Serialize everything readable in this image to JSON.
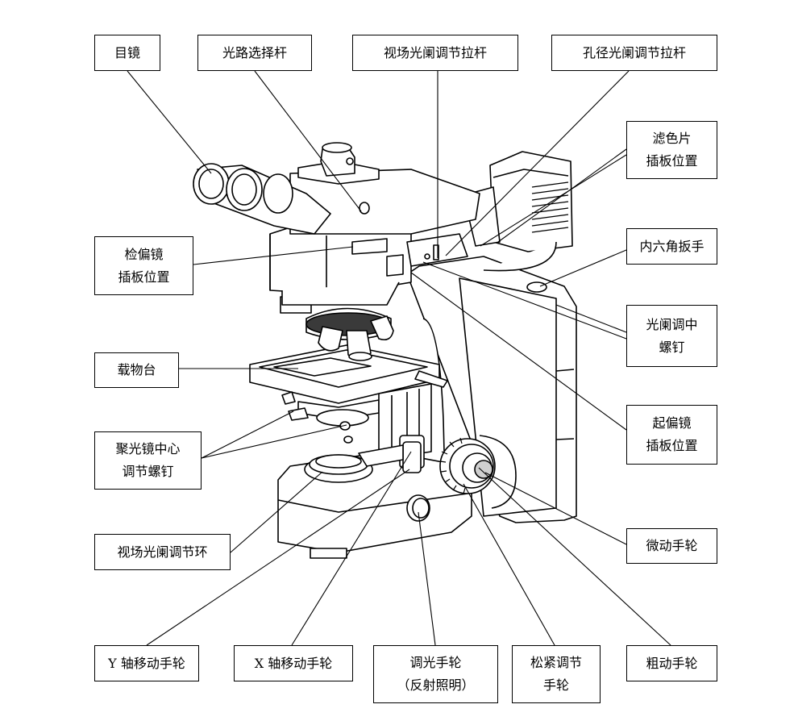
{
  "labels": {
    "eyepiece": [
      "目镜"
    ],
    "light_path_lever": [
      "光路选择杆"
    ],
    "field_diaphragm_lever": [
      "视场光阑调节拉杆"
    ],
    "aperture_diaphragm_lever": [
      "孔径光阑调节拉杆"
    ],
    "filter_slot": [
      "滤色片",
      "插板位置"
    ],
    "hex_wrench": [
      "内六角扳手"
    ],
    "analyzer_slot": [
      "检偏镜",
      "插板位置"
    ],
    "diaphragm_centering_screw": [
      "光阑调中",
      "螺钉"
    ],
    "stage": [
      "载物台"
    ],
    "polarizer_slot": [
      "起偏镜",
      "插板位置"
    ],
    "condenser_centering_screw": [
      "聚光镜中心",
      "调节螺钉"
    ],
    "fine_focus_knob": [
      "微动手轮"
    ],
    "field_diaphragm_ring": [
      "视场光阑调节环"
    ],
    "y_axis_knob": [
      "Y 轴移动手轮"
    ],
    "x_axis_knob": [
      "X 轴移动手轮"
    ],
    "light_adjust_knob": [
      "调光手轮",
      "（反射照明）"
    ],
    "tension_knob": [
      "松紧调节",
      "手轮"
    ],
    "coarse_focus_knob": [
      "粗动手轮"
    ]
  },
  "colors": {
    "line": "#000000",
    "fill": "#ffffff",
    "shade": "#cfcfcf",
    "dark": "#3a3a3a"
  }
}
